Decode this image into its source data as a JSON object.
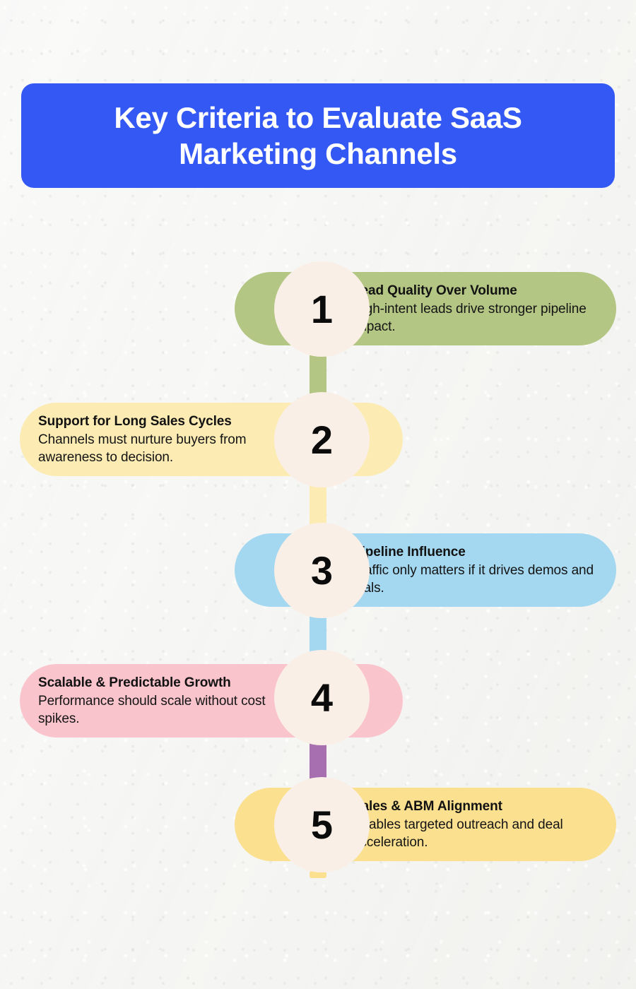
{
  "page": {
    "background_color": "#f4f4f2",
    "title": "Key Criteria to Evaluate SaaS Marketing Channels",
    "title_line1": "Key Criteria to Evaluate SaaS",
    "title_line2": "Marketing Channels",
    "title_background_color": "#3358f4",
    "title_text_color": "#ffffff",
    "circle_color": "#faefe6",
    "number_color": "#0b0b0b"
  },
  "steps": [
    {
      "number": "1",
      "title": "Lead Quality Over Volume",
      "description": "High-intent leads drive stronger pipeline impact.",
      "side": "right",
      "color": "#b4c684"
    },
    {
      "number": "2",
      "title": "Support for Long Sales Cycles",
      "description": "Channels must nurture buyers from awareness to decision.",
      "side": "left",
      "color": "#fcecb4"
    },
    {
      "number": "3",
      "title": "Pipeline Influence",
      "description": "Traffic only matters if it drives demos and trials.",
      "side": "right",
      "color": "#a4d8f0"
    },
    {
      "number": "4",
      "title": "Scalable & Predictable Growth",
      "description": "Performance should scale without cost spikes.",
      "side": "left",
      "color": "#fac4cc"
    },
    {
      "number": "5",
      "title": "Sales & ABM Alignment",
      "description": "Enables targeted outreach and deal acceleration.",
      "side": "right",
      "color": "#fbe08f"
    }
  ],
  "connectors": [
    {
      "from": "1",
      "to": "2",
      "color": "#b4c684"
    },
    {
      "from": "2",
      "to": "3",
      "color": "#fcecb4"
    },
    {
      "from": "3",
      "to": "4",
      "color": "#a4d8f0"
    },
    {
      "from": "4",
      "to": "5",
      "color": "#a76fb0"
    },
    {
      "from": "5",
      "to": "end",
      "color": "#fbe08f"
    }
  ]
}
